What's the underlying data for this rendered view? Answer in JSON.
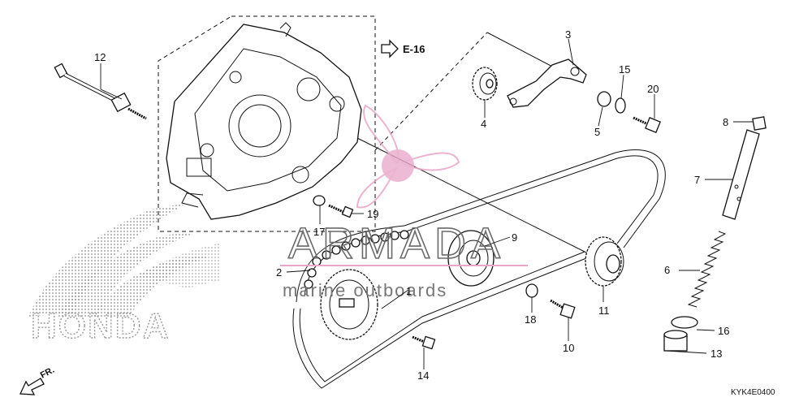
{
  "reference": "E-16",
  "diagram_code": "KYK4E0400",
  "front_marker": "FR.",
  "brand_text": "HONDA",
  "watermark": {
    "main": "ARMADA",
    "sub": "marine outboards",
    "accent_color": "#e8a6c8"
  },
  "callouts": [
    {
      "id": "1",
      "text": "1"
    },
    {
      "id": "2",
      "text": "2"
    },
    {
      "id": "3",
      "text": "3"
    },
    {
      "id": "4",
      "text": "4"
    },
    {
      "id": "5",
      "text": "5"
    },
    {
      "id": "6",
      "text": "6"
    },
    {
      "id": "7",
      "text": "7"
    },
    {
      "id": "8",
      "text": "8"
    },
    {
      "id": "9",
      "text": "9"
    },
    {
      "id": "10",
      "text": "10"
    },
    {
      "id": "11",
      "text": "11"
    },
    {
      "id": "12",
      "text": "12"
    },
    {
      "id": "13",
      "text": "13"
    },
    {
      "id": "14",
      "text": "14"
    },
    {
      "id": "15",
      "text": "15"
    },
    {
      "id": "16",
      "text": "16"
    },
    {
      "id": "17",
      "text": "17"
    },
    {
      "id": "18",
      "text": "18"
    },
    {
      "id": "19",
      "text": "19"
    },
    {
      "id": "20",
      "text": "20"
    }
  ]
}
